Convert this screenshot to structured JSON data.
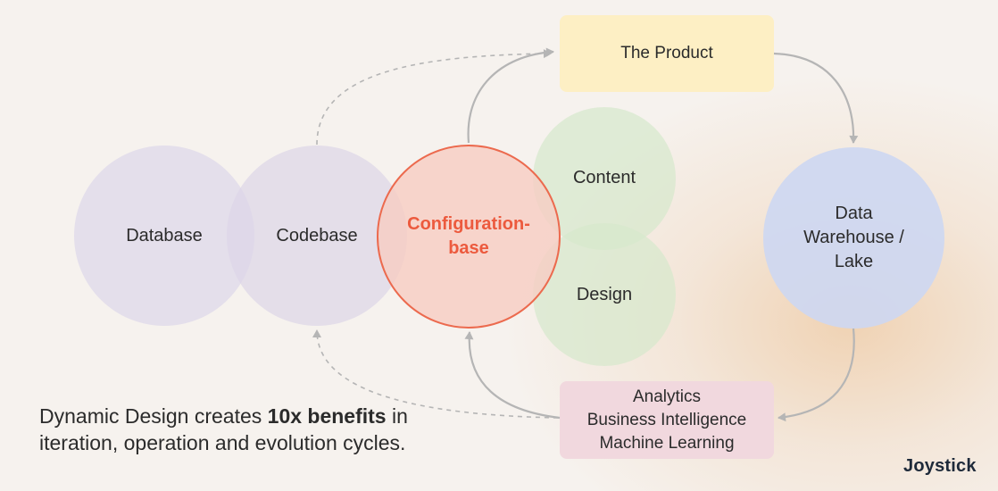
{
  "nodes": {
    "database": "Database",
    "codebase": "Codebase",
    "config_line1": "Configuration-",
    "config_line2": "base",
    "content": "Content",
    "design": "Design",
    "warehouse_line1": "Data",
    "warehouse_line2": "Warehouse /",
    "warehouse_line3": "Lake",
    "product": "The Product",
    "analytics_line1": "Analytics",
    "analytics_line2": "Business Intelligence",
    "analytics_line3": "Machine Learning"
  },
  "caption": {
    "pre": "Dynamic Design creates ",
    "bold": "10x benefits",
    "post": " in iteration, operation and evolution cycles."
  },
  "logo": "Joystick",
  "colors": {
    "config_accent": "#ec5a3e",
    "arrow": "#b5b5b5"
  }
}
